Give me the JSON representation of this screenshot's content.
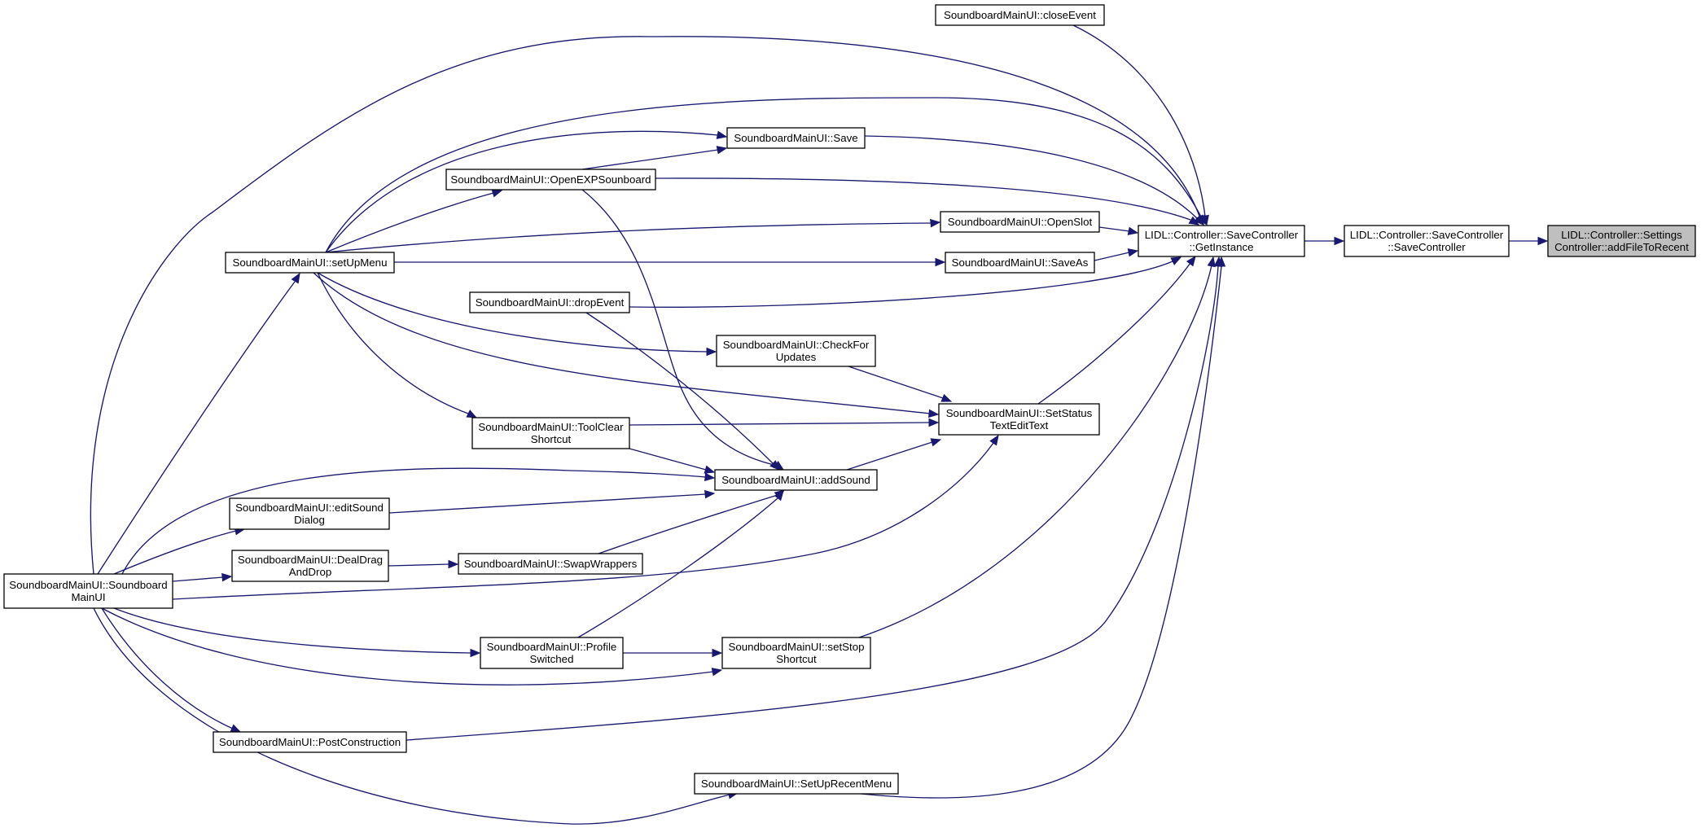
{
  "diagram": {
    "edge_color": "#191970",
    "root_fill": "#bfbfbf",
    "nodes": [
      {
        "id": "addFileToRecent",
        "lines": [
          "LIDL::Controller::Settings",
          "Controller::addFileToRecent"
        ],
        "highlight": true
      },
      {
        "id": "SaveControllerCtor",
        "lines": [
          "LIDL::Controller::SaveController",
          "::SaveController"
        ]
      },
      {
        "id": "GetInstance",
        "lines": [
          "LIDL::Controller::SaveController",
          "::GetInstance"
        ]
      },
      {
        "id": "closeEvent",
        "lines": [
          "SoundboardMainUI::closeEvent"
        ]
      },
      {
        "id": "Save",
        "lines": [
          "SoundboardMainUI::Save"
        ]
      },
      {
        "id": "OpenEXPSounboard",
        "lines": [
          "SoundboardMainUI::OpenEXPSounboard"
        ]
      },
      {
        "id": "OpenSlot",
        "lines": [
          "SoundboardMainUI::OpenSlot"
        ]
      },
      {
        "id": "SaveAs",
        "lines": [
          "SoundboardMainUI::SaveAs"
        ]
      },
      {
        "id": "setUpMenu",
        "lines": [
          "SoundboardMainUI::setUpMenu"
        ]
      },
      {
        "id": "dropEvent",
        "lines": [
          "SoundboardMainUI::dropEvent"
        ]
      },
      {
        "id": "CheckForUpdates",
        "lines": [
          "SoundboardMainUI::CheckFor",
          "Updates"
        ]
      },
      {
        "id": "SetStatusTextEditText",
        "lines": [
          "SoundboardMainUI::SetStatus",
          "TextEditText"
        ]
      },
      {
        "id": "ToolClearShortcut",
        "lines": [
          "SoundboardMainUI::ToolClear",
          "Shortcut"
        ]
      },
      {
        "id": "addSound",
        "lines": [
          "SoundboardMainUI::addSound"
        ]
      },
      {
        "id": "editSoundDialog",
        "lines": [
          "SoundboardMainUI::editSound",
          "Dialog"
        ]
      },
      {
        "id": "DealDragAndDrop",
        "lines": [
          "SoundboardMainUI::DealDrag",
          "AndDrop"
        ]
      },
      {
        "id": "SwapWrappers",
        "lines": [
          "SoundboardMainUI::SwapWrappers"
        ]
      },
      {
        "id": "SoundboardMainUICtor",
        "lines": [
          "SoundboardMainUI::Soundboard",
          "MainUI"
        ]
      },
      {
        "id": "ProfileSwitched",
        "lines": [
          "SoundboardMainUI::Profile",
          "Switched"
        ]
      },
      {
        "id": "setStopShortcut",
        "lines": [
          "SoundboardMainUI::setStop",
          "Shortcut"
        ]
      },
      {
        "id": "PostConstruction",
        "lines": [
          "SoundboardMainUI::PostConstruction"
        ]
      },
      {
        "id": "SetUpRecentMenu",
        "lines": [
          "SoundboardMainUI::SetUpRecentMenu"
        ]
      }
    ],
    "edges": [
      [
        "SaveControllerCtor",
        "addFileToRecent"
      ],
      [
        "GetInstance",
        "SaveControllerCtor"
      ],
      [
        "closeEvent",
        "GetInstance"
      ],
      [
        "Save",
        "GetInstance"
      ],
      [
        "OpenEXPSounboard",
        "GetInstance"
      ],
      [
        "OpenSlot",
        "GetInstance"
      ],
      [
        "SaveAs",
        "GetInstance"
      ],
      [
        "dropEvent",
        "GetInstance"
      ],
      [
        "SetStatusTextEditText",
        "GetInstance"
      ],
      [
        "setStopShortcut",
        "GetInstance"
      ],
      [
        "PostConstruction",
        "GetInstance"
      ],
      [
        "SetUpRecentMenu",
        "GetInstance"
      ],
      [
        "setUpMenu",
        "GetInstance"
      ],
      [
        "SoundboardMainUICtor",
        "GetInstance"
      ],
      [
        "setUpMenu",
        "Save"
      ],
      [
        "OpenEXPSounboard",
        "Save"
      ],
      [
        "setUpMenu",
        "OpenEXPSounboard"
      ],
      [
        "setUpMenu",
        "OpenSlot"
      ],
      [
        "setUpMenu",
        "SaveAs"
      ],
      [
        "setUpMenu",
        "CheckForUpdates"
      ],
      [
        "setUpMenu",
        "SetStatusTextEditText"
      ],
      [
        "setUpMenu",
        "ToolClearShortcut"
      ],
      [
        "CheckForUpdates",
        "SetStatusTextEditText"
      ],
      [
        "ToolClearShortcut",
        "SetStatusTextEditText"
      ],
      [
        "addSound",
        "SetStatusTextEditText"
      ],
      [
        "SoundboardMainUICtor",
        "SetStatusTextEditText"
      ],
      [
        "OpenEXPSounboard",
        "addSound"
      ],
      [
        "dropEvent",
        "addSound"
      ],
      [
        "ToolClearShortcut",
        "addSound"
      ],
      [
        "editSoundDialog",
        "addSound"
      ],
      [
        "SwapWrappers",
        "addSound"
      ],
      [
        "ProfileSwitched",
        "addSound"
      ],
      [
        "SoundboardMainUICtor",
        "addSound"
      ],
      [
        "DealDragAndDrop",
        "SwapWrappers"
      ],
      [
        "SoundboardMainUICtor",
        "setUpMenu"
      ],
      [
        "SoundboardMainUICtor",
        "editSoundDialog"
      ],
      [
        "SoundboardMainUICtor",
        "DealDragAndDrop"
      ],
      [
        "SoundboardMainUICtor",
        "ProfileSwitched"
      ],
      [
        "SoundboardMainUICtor",
        "setStopShortcut"
      ],
      [
        "SoundboardMainUICtor",
        "PostConstruction"
      ],
      [
        "SoundboardMainUICtor",
        "SetUpRecentMenu"
      ],
      [
        "ProfileSwitched",
        "setStopShortcut"
      ]
    ]
  }
}
